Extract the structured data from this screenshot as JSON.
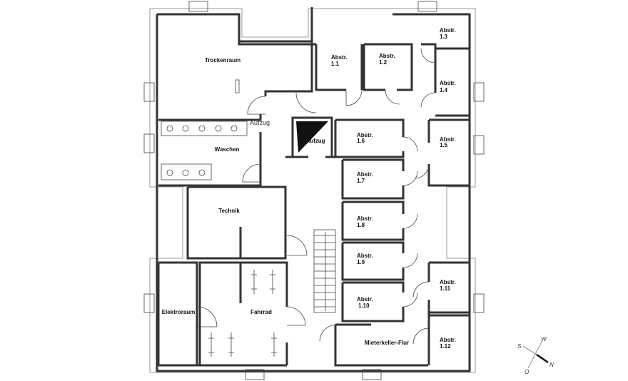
{
  "title": "Kellergeschoss Grundriss",
  "rooms": {
    "trockenraum": "Trockenraum",
    "waschen": "Waschen",
    "technik": "Technik",
    "elektroraum": "Elektroraum",
    "fahrrad": "Fahrrad",
    "aufzug": "Aufzug",
    "aufzug_note": "Aufzug",
    "flur": "Mieterkeller-Flur",
    "abstr_word": "Abstr.",
    "a11": "1.1",
    "a12": "1.2",
    "a13": "1.3",
    "a14": "1.4",
    "a15": "1.5",
    "a16": "1.6",
    "a17": "1.7",
    "a18": "1.8",
    "a19": "1.9",
    "a110": "1.10",
    "a111": "1.11",
    "a112": "1.12"
  },
  "compass": {
    "n": "N",
    "s": "S",
    "w": "W",
    "o": "O"
  }
}
